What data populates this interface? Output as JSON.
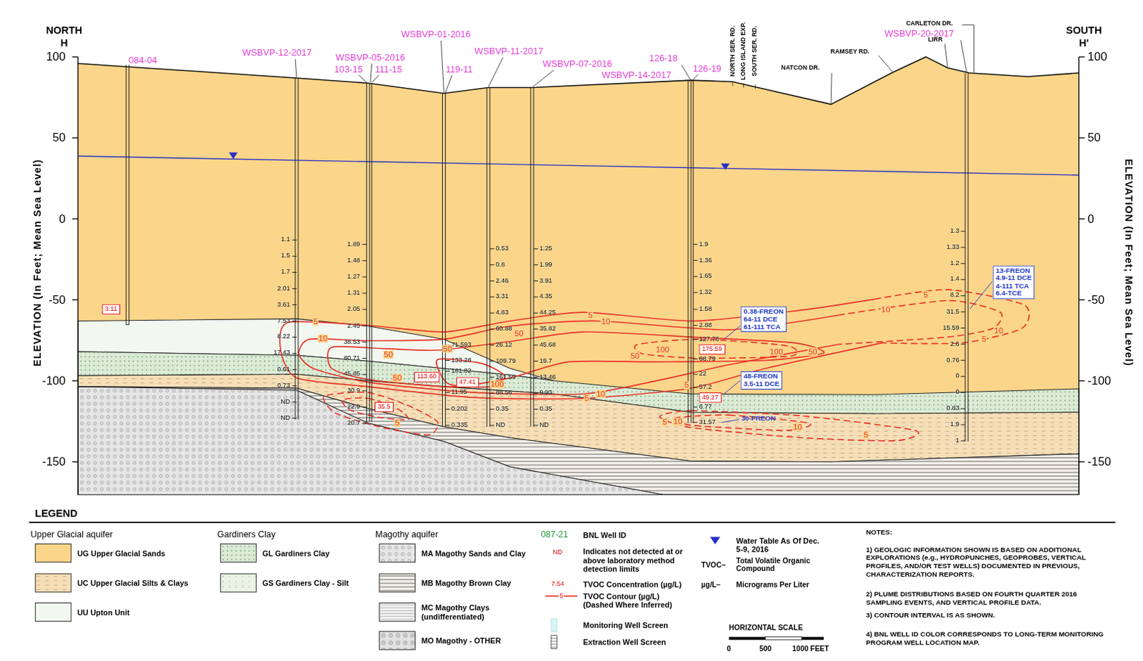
{
  "diagram": {
    "nodes": [
      {
        "text": [
          "3.11"
        ]
      },
      {
        "text": [
          "113.60"
        ]
      },
      {
        "text": [
          "47.41"
        ]
      },
      {
        "text": [
          "35.5"
        ]
      },
      {
        "text": [
          "175.59"
        ]
      },
      {
        "text": [
          "49.27"
        ]
      },
      {
        "text": [
          "0.38-FREON",
          "64-11 DCE",
          "61-111 TCA"
        ]
      },
      {
        "text": [
          "48-FREON",
          "3.5-11 DCE"
        ]
      },
      {
        "text": [
          "13-FREON",
          "4.9-11 DCE",
          "4-111 TCA",
          "6.4-TCE"
        ]
      }
    ],
    "labels": [
      "NORTH",
      "H",
      "SOUTH",
      "H'",
      "100",
      "50",
      "0",
      "-50",
      "-100",
      "-150",
      "100",
      "50",
      "0",
      "-50",
      "-100",
      "-150",
      "ELEVATION (In Feet; Mean Sea Level)",
      "ELEVATION (In Feet; Mean Sea Level)",
      "084-04",
      "WSBVP-12-2017",
      "103-15",
      "WSBVP-05-2016",
      "111-15",
      "WSBVP-01-2016",
      "119-11",
      "WSBVP-11-2017",
      "WSBVP-07-2016",
      "126-18",
      "WSBVP-14-2017",
      "126-19",
      "WSBVP-20-2017",
      "NORTH SER. RD.",
      "LONG ISLAND EXP.",
      "SOUTH SER. RD.",
      "NATCON DR.",
      "RAMSEY RD.",
      "LIRR",
      "CARLETON DR.",
      "1.1",
      "1.5",
      "1.7",
      "2.01",
      "3.61",
      "7.53",
      "8.22",
      "17.43",
      "0.61",
      "0.73",
      "ND",
      "ND",
      "1.89",
      "1.48",
      "1.27",
      "1.31",
      "2.05",
      "2.45",
      "38.53",
      "80.71",
      "45.85",
      "30.9",
      "22.9",
      "20.7",
      "71.593",
      "133.28",
      "181.82",
      "11.95",
      "0.202",
      "0.335",
      "0.53",
      "0.8",
      "2.46",
      "3.31",
      "4.83",
      "60.88",
      "26.12",
      "109.79",
      "161.59",
      "88.56",
      "0.35",
      "ND",
      "1.25",
      "1.99",
      "3.91",
      "4.35",
      "44.25",
      "35.82",
      "45.68",
      "19.7",
      "13.46",
      "9.93",
      "0.35",
      "ND",
      "1.9",
      "1.36",
      "1.65",
      "1.32",
      "1.58",
      "2.88",
      "127.76",
      "68.79",
      "22",
      "57.2",
      "6.77",
      "31.57",
      "1.3",
      "1.33",
      "1.2",
      "1.4",
      "8.2",
      "31.5",
      "15.59",
      "2.6",
      "0.76",
      "0",
      "0",
      "0.83",
      "1.9",
      "1",
      "30-FREON",
      "5",
      "10",
      "50",
      "50",
      "50",
      "50",
      "100",
      "5",
      "10",
      "50",
      "100",
      "100",
      "50",
      "10",
      "5",
      "10",
      "5",
      "5",
      "10",
      "5",
      "5",
      "10",
      "10",
      "5",
      "5",
      "LEGEND",
      "Upper Glacial aquifer",
      "Gardiners Clay",
      "Magothy aquifer",
      "087-21",
      "ND",
      "7.54",
      "5",
      "TVOC–",
      "µg/L–",
      "Total Volatile Organic Compound",
      "Micrograms Per Liter",
      "HORIZONTAL SCALE",
      "0",
      "500",
      "1000 FEET",
      "NOTES:",
      "1) GEOLOGIC INFORMATION SHOWN IS BASED ON ADDITIONAL EXPLORATIONS (e.g., HYDROPUNCHES, GEOPROBES, VERTICAL PROFILES, AND/OR TEST WELLS) DOCUMENTED IN PREVIOUS, CHARACTERIZATION REPORTS.",
      "2) PLUME DISTRIBUTIONS BASED ON FOURTH QUARTER 2016 SAMPLING EVENTS, AND VERTICAL PROFILE DATA.",
      "3) CONTOUR INTERVAL IS AS SHOWN.",
      "4) BNL WELL ID COLOR CORRESPONDS TO LONG-TERM MONITORING PROGRAM WELL LOCATION MAP."
    ],
    "legend": [
      {
        "text": "UG Upper Glacial Sands",
        "color": "#fbd589"
      },
      {
        "text": "UC Upper Glacial Silts & Clays",
        "color": "#f6dfb8"
      },
      {
        "text": "UU Upton Unit",
        "color": "#f2f7f0"
      },
      {
        "text": "GL Gardiners Clay",
        "color": "#dcebd6"
      },
      {
        "text": "GS Gardiners Clay - Silt",
        "color": "#eaf3e4"
      },
      {
        "text": "MA Magothy Sands and Clay",
        "color": "#e6e6e6"
      },
      {
        "text": "MB Magothy Brown Clay",
        "color": "#f4f1ea"
      },
      {
        "text": "MC Magothy Clays (undifferentiated)",
        "color": "#f0f0f0"
      },
      {
        "text": "MO Magothy - OTHER",
        "color": "#e2e2e2"
      },
      {
        "text": "BNL Well ID"
      },
      {
        "text": "Indicates not detected at or above laboratory method detection limits"
      },
      {
        "text": "TVOC Concentration (µg/L)"
      },
      {
        "text": "TVOC Contour (µg/L) (Dashed Where Inferred)"
      },
      {
        "text": "Monitoring Well Screen"
      },
      {
        "text": "Extraction Well Screen"
      },
      {
        "text": "Water Table As Of Dec. 5-9, 2016"
      }
    ]
  }
}
